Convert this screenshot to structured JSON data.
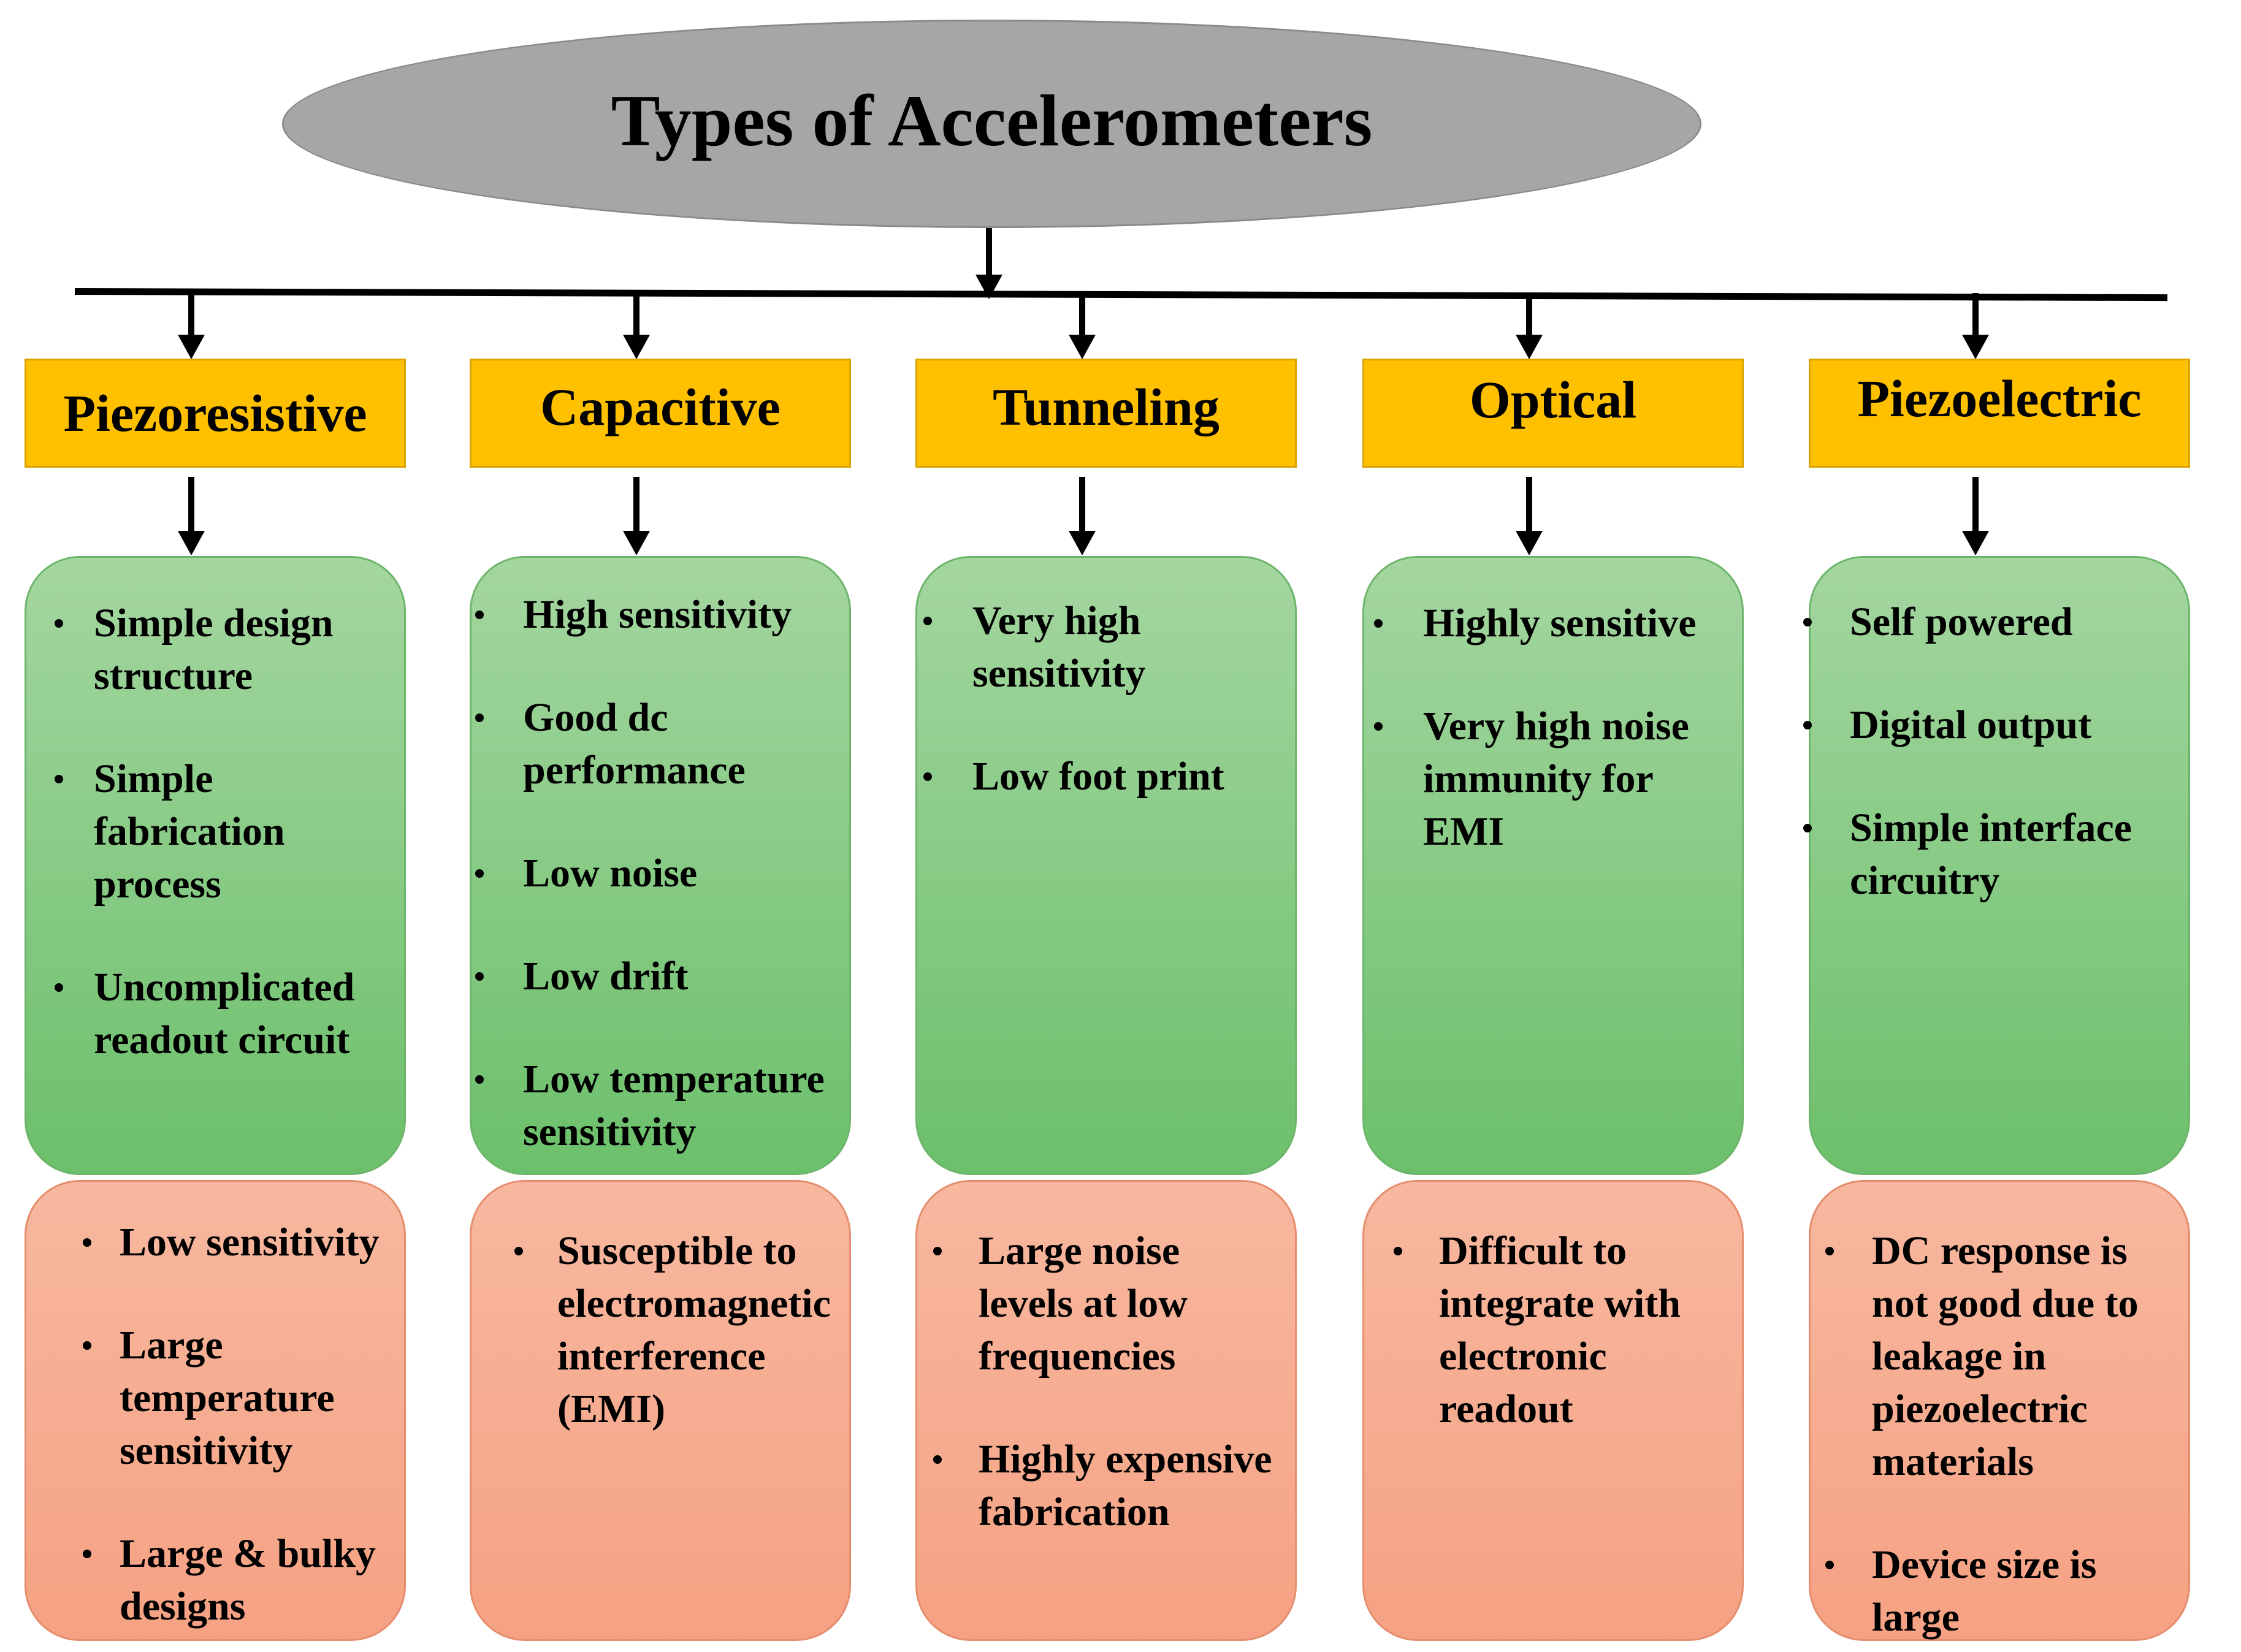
{
  "title": "Types of Accelerometers",
  "types": [
    {
      "name": "Piezoresistive",
      "advantages": [
        "Simple design structure",
        "Simple fabrication process",
        "Uncomplicated readout circuit"
      ],
      "disadvantages": [
        "Low sensitivity",
        "Large temperature sensitivity",
        "Large & bulky designs"
      ]
    },
    {
      "name": "Capacitive",
      "advantages": [
        "High sensitivity",
        "Good dc performance",
        "Low noise",
        "Low drift",
        "Low temperature sensitivity"
      ],
      "disadvantages": [
        "Susceptible to electromagnetic interference (EMI)"
      ]
    },
    {
      "name": "Tunneling",
      "advantages": [
        "Very high sensitivity",
        "Low foot print"
      ],
      "disadvantages": [
        "Large noise levels at low frequencies",
        "Highly expensive fabrication"
      ]
    },
    {
      "name": "Optical",
      "advantages": [
        "Highly sensitive",
        "Very high noise immunity for EMI"
      ],
      "disadvantages": [
        "Difficult to integrate with electronic readout"
      ]
    },
    {
      "name": "Piezoelectric",
      "advantages": [
        "Self powered",
        "Digital output",
        "Simple interface circuitry"
      ],
      "disadvantages": [
        "DC response is not good due to leakage in piezoelectric materials",
        "Device size is large"
      ]
    }
  ],
  "colors": {
    "title_oval": "#a6a6a6",
    "type_box": "#ffc000",
    "advantages": "#8fce8b",
    "disadvantages": "#f8ad8f"
  }
}
